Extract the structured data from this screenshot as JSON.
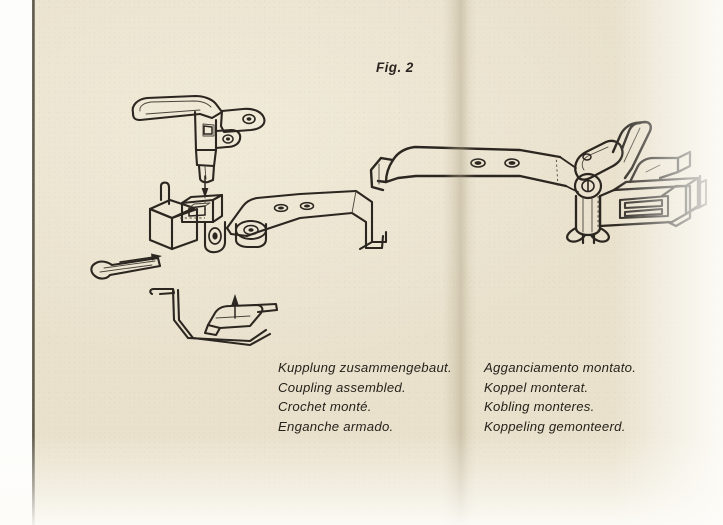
{
  "document": {
    "type": "scanned-instruction-manual-page",
    "figure_label": "Fig. 2",
    "paper_color": "#ece5d2",
    "ink_color": "#2b2620"
  },
  "figure": {
    "label": "Fig. 2",
    "parts": [
      {
        "name": "coupling-hook-upper",
        "position": "top-left"
      },
      {
        "name": "coupling-body-bracket",
        "position": "center-left"
      },
      {
        "name": "pivot-pin-rod",
        "position": "left"
      },
      {
        "name": "spring-wire-latch",
        "position": "bottom-center"
      },
      {
        "name": "assembled-coupling-on-mount",
        "position": "right"
      }
    ],
    "assembly_arrows": [
      {
        "name": "arrow-down-hook",
        "direction": "down"
      },
      {
        "name": "arrow-right-pin",
        "direction": "right"
      },
      {
        "name": "arrow-up-spring",
        "direction": "up"
      }
    ]
  },
  "captions": {
    "left_column": [
      "Kupplung zusammengebaut.",
      "Coupling assembled.",
      "Crochet monté.",
      "Enganche armado."
    ],
    "right_column": [
      "Agganciamento montato.",
      "Koppel monterat.",
      "Kobling monteres.",
      "Koppeling gemonteerd."
    ]
  }
}
